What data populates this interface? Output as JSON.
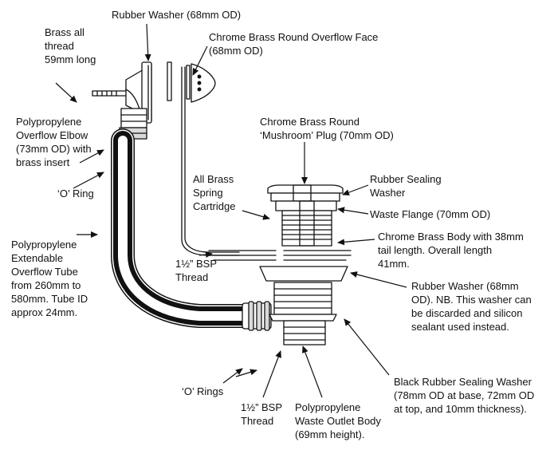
{
  "colors": {
    "ink": "#111111",
    "paper": "#ffffff",
    "shade": "#d9d9d9"
  },
  "labels": {
    "rubber_washer_top": "Rubber Washer (68mm OD)",
    "brass_thread": "Brass all\nthread\n59mm long",
    "overflow_face": "Chrome Brass Round Overflow Face\n(68mm OD)",
    "overflow_elbow": "Polypropylene\nOverflow Elbow\n(73mm OD) with\nbrass insert",
    "o_ring": "‘O’ Ring",
    "mushroom_plug": "Chrome Brass Round\n‘Mushroom’ Plug (70mm OD)",
    "spring_cartridge": "All Brass\nSpring\nCartridge",
    "rubber_sealing_washer": "Rubber Sealing\nWasher",
    "waste_flange": "Waste Flange (70mm OD)",
    "chrome_body": "Chrome Brass Body with 38mm\ntail length.  Overall length\n41mm.",
    "overflow_tube": "Polypropylene\nExtendable\nOverflow Tube\nfrom 260mm to\n580mm.  Tube ID\napprox 24mm.",
    "bsp_thread_upper": "1½” BSP\nThread",
    "rubber_washer_68": "Rubber Washer (68mm\nOD).  NB.  This washer can\nbe discarded and silicon\nsealant used instead.",
    "black_washer": "Black Rubber Sealing Washer\n(78mm OD at base, 72mm OD\nat top, and 10mm thickness).",
    "o_rings": "‘O’ Rings",
    "bsp_thread_lower": "1½” BSP\nThread",
    "outlet_body": "Polypropylene\nWaste Outlet Body\n(69mm height)."
  }
}
